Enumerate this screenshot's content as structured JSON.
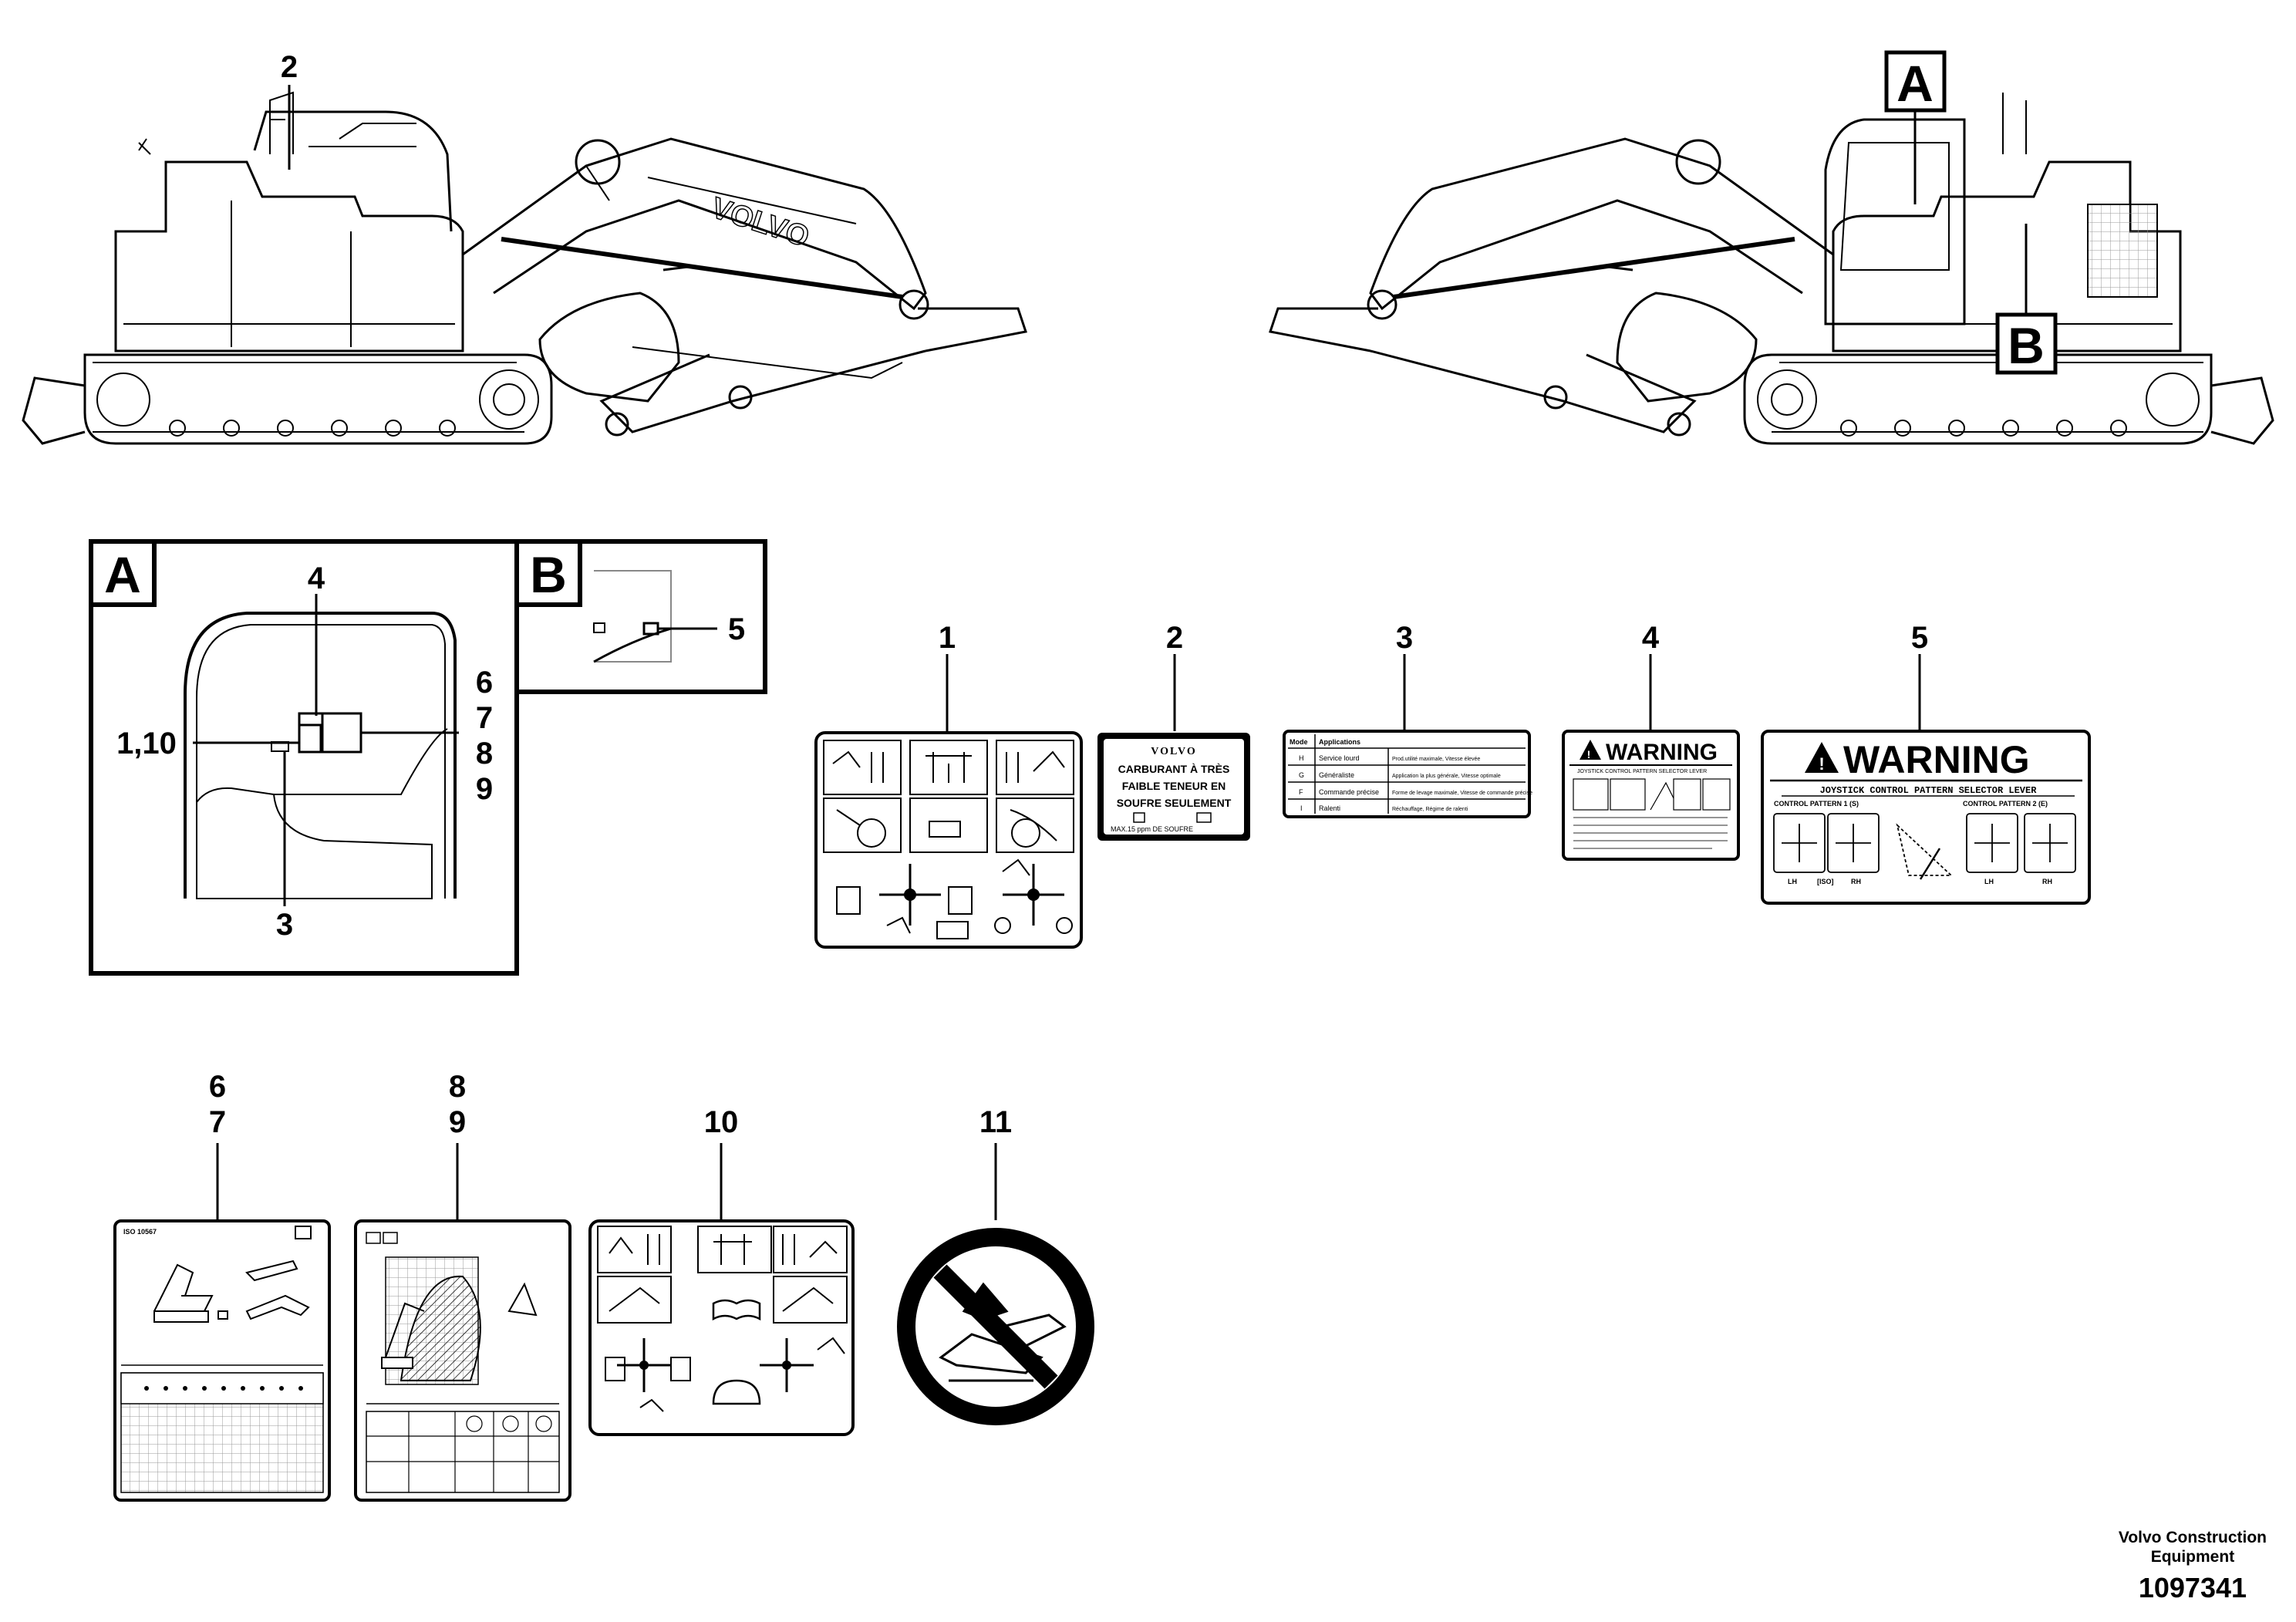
{
  "view_labels": {
    "a": "A",
    "b": "B"
  },
  "machine_left_callouts": {
    "item2": "2"
  },
  "detail_a": {
    "title": "A",
    "callouts": {
      "c4": "4",
      "c6": "6",
      "c7": "7",
      "c8": "8",
      "c9": "9",
      "c110": "1,10",
      "c3": "3"
    }
  },
  "detail_b": {
    "title": "B",
    "callouts": {
      "c5": "5"
    }
  },
  "decal_numbers": {
    "d1": "1",
    "d2": "2",
    "d3": "3",
    "d4": "4",
    "d5": "5",
    "d6": "6",
    "d7": "7",
    "d8": "8",
    "d9": "9",
    "d10": "10",
    "d11": "11"
  },
  "decal_2": {
    "brand": "VOLVO",
    "line1": "CARBURANT À TRÈS",
    "line2": "FAIBLE TENEUR EN",
    "line3": "SOUFRE SEULEMENT",
    "footer": "MAX.15 ppm DE SOUFRE"
  },
  "decal_3": {
    "header_mode": "Mode",
    "header_apps": "Applications",
    "rows": [
      {
        "mode": "H",
        "name": "Service lourd",
        "desc": "Prod.utilité maximale, Vitesse élevée"
      },
      {
        "mode": "G",
        "name": "Généraliste",
        "desc": "Application la plus générale, Vitesse optimale"
      },
      {
        "mode": "F",
        "name": "Commande précise",
        "desc": "Forme de levage maximale, Vitesse de commande précise"
      },
      {
        "mode": "I",
        "name": "Ralenti",
        "desc": "Réchauffage, Régime de ralenti"
      }
    ]
  },
  "decal_4": {
    "title": "WARNING",
    "subtitle": "JOYSTICK CONTROL PATTERN SELECTOR LEVER"
  },
  "decal_5": {
    "title": "WARNING",
    "subtitle": "JOYSTICK CONTROL PATTERN SELECTOR LEVER",
    "left_label": "CONTROL PATTERN 1 (S)",
    "right_label": "CONTROL PATTERN 2 (E)",
    "lh": "LH",
    "iso": "[ISO]",
    "rh": "RH",
    "lh2": "LH",
    "rh2": "RH"
  },
  "decal_6": {
    "header": "ISO 10567"
  },
  "footer": {
    "manufacturer_line1": "Volvo Construction",
    "manufacturer_line2": "Equipment",
    "figure_number": "1097341"
  },
  "colors": {
    "ink": "#000000",
    "paper": "#ffffff",
    "grid": "#9a9a9a"
  }
}
